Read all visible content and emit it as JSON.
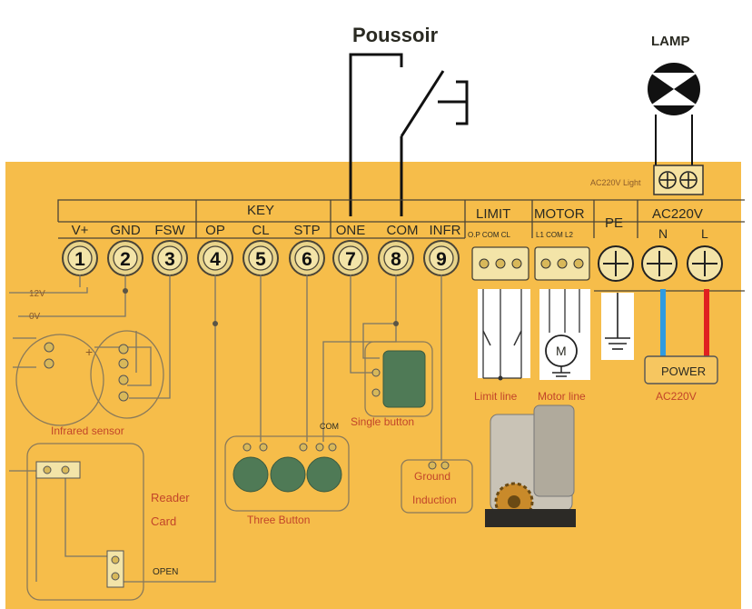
{
  "title": "Poussoir",
  "lamp": {
    "label": "LAMP",
    "terminal_label": "AC220V Light"
  },
  "groups": {
    "key": "KEY",
    "limit": "LIMIT",
    "motor": "MOTOR",
    "pe": "PE",
    "ac": "AC220V"
  },
  "terminals": [
    {
      "name": "V+",
      "number": "1"
    },
    {
      "name": "GND",
      "number": "2"
    },
    {
      "name": "FSW",
      "number": "3"
    },
    {
      "name": "OP",
      "number": "4"
    },
    {
      "name": "CL",
      "number": "5"
    },
    {
      "name": "STP",
      "number": "6"
    },
    {
      "name": "ONE",
      "number": "7"
    },
    {
      "name": "COM",
      "number": "8"
    },
    {
      "name": "INFR",
      "number": "9"
    }
  ],
  "limit_sub": "O.P COM CL",
  "motor_sub": "L1 COM L2",
  "ac_sub": {
    "n": "N",
    "l": "L"
  },
  "wire_labels": {
    "v12": "12V",
    "v0": "0V",
    "com": "COM",
    "open": "OPEN"
  },
  "components": {
    "infrared": "Infrared sensor",
    "reader_line1": "Reader",
    "reader_line2": "Card",
    "three_button": "Three Button",
    "single_button": "Single button",
    "ground_line1": "Ground",
    "ground_line2": "Induction",
    "limit_line": "Limit line",
    "motor_line": "Motor line",
    "motor_symbol": "M",
    "power": "POWER",
    "power_sub": "AC220V"
  },
  "colors": {
    "board": "#f6bd4a",
    "blue_wire": "#2f9be0",
    "red_wire": "#e02020"
  }
}
